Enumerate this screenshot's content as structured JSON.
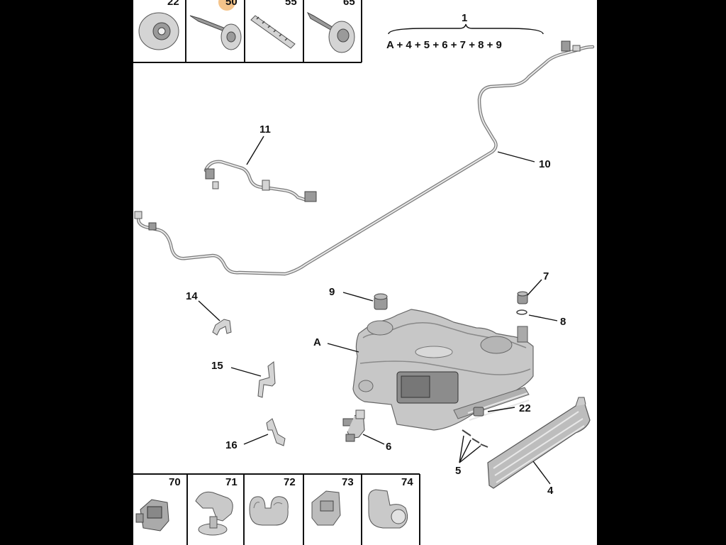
{
  "labels": {
    "l1": "1",
    "formula": "A + 4 + 5 + 6 + 7 + 8 + 9",
    "l10": "10",
    "l11": "11",
    "l14": "14",
    "l15": "15",
    "l16": "16",
    "l9": "9",
    "lA": "A",
    "l7": "7",
    "l8": "8",
    "l22": "22",
    "l6": "6",
    "l5": "5",
    "l4": "4"
  },
  "top_row": [
    "22",
    "50",
    "55",
    "65"
  ],
  "bottom_row": [
    "70",
    "71",
    "72",
    "73",
    "74"
  ],
  "colors": {
    "background": "#000000",
    "paper": "#ffffff",
    "highlight": "#f5c48a"
  }
}
